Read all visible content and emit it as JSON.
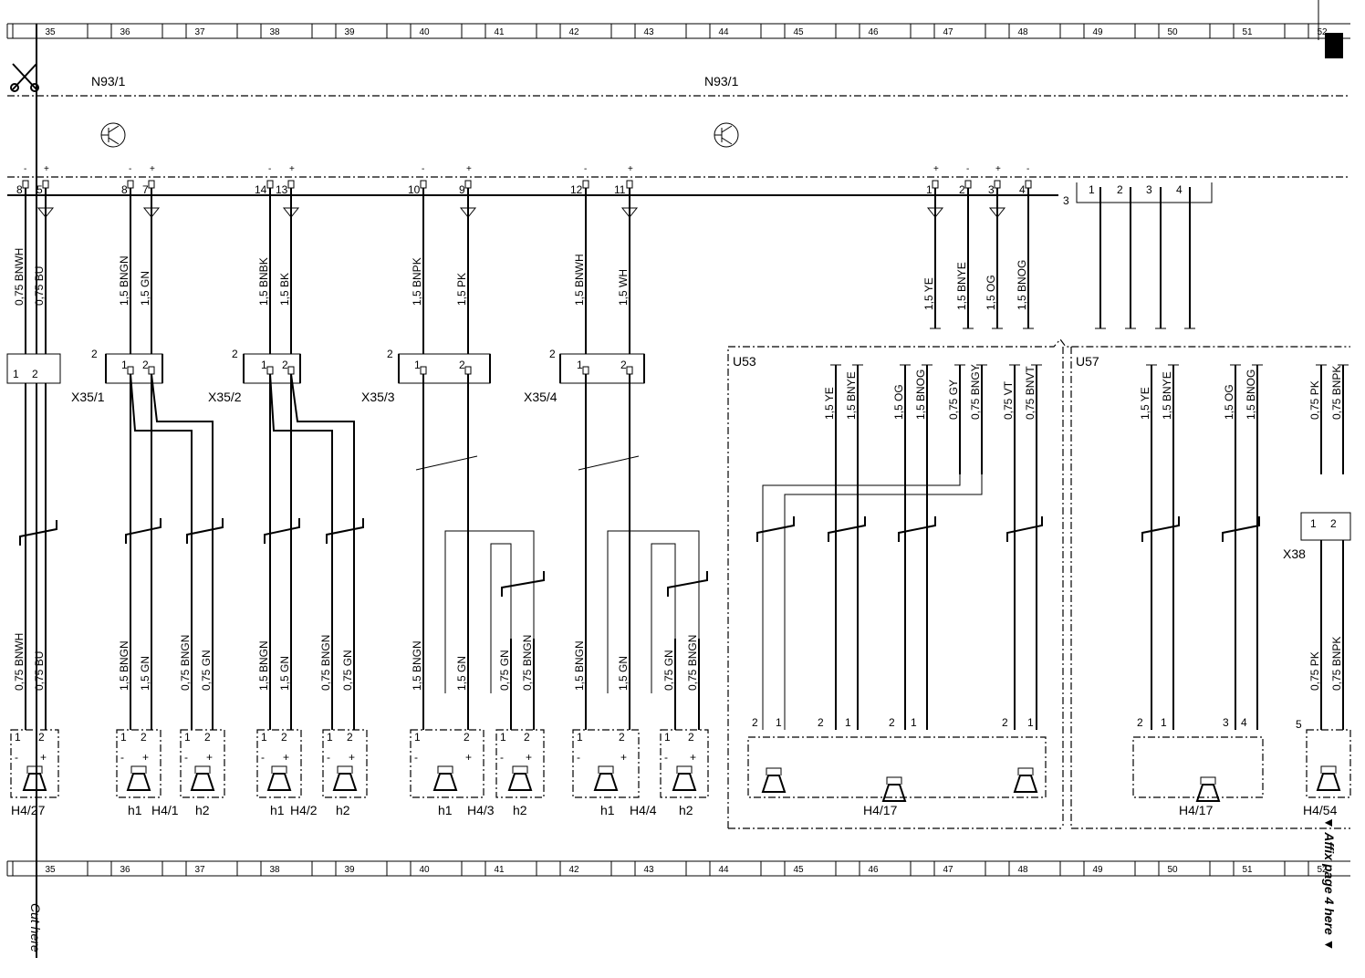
{
  "grid_numbers": [
    "35",
    "36",
    "37",
    "38",
    "39",
    "40",
    "41",
    "42",
    "43",
    "44",
    "45",
    "46",
    "47",
    "48",
    "49",
    "50",
    "51",
    "52"
  ],
  "header": {
    "cut_label": "Cut here",
    "affix_label": "▼ Affix page 4 here ▼"
  },
  "modules": {
    "left": "N93/1",
    "right": "N93/1"
  },
  "pins_top": [
    {
      "num": "8",
      "sign": "-"
    },
    {
      "num": "5",
      "sign": "+"
    },
    {
      "num": "8",
      "sign": "-"
    },
    {
      "num": "7",
      "sign": "+"
    },
    {
      "num": "14",
      "sign": "-"
    },
    {
      "num": "13",
      "sign": "+"
    },
    {
      "num": "10",
      "sign": "-"
    },
    {
      "num": "9",
      "sign": "+"
    },
    {
      "num": "12",
      "sign": "-"
    },
    {
      "num": "11",
      "sign": "+"
    },
    {
      "num": "1",
      "sign": "+"
    },
    {
      "num": "2",
      "sign": "-"
    },
    {
      "num": "3",
      "sign": "+"
    },
    {
      "num": "4",
      "sign": "-"
    }
  ],
  "connector3": {
    "label": "3",
    "pins": [
      "1",
      "2",
      "3",
      "4"
    ]
  },
  "wires_upper": [
    "0,75 BNWH",
    "0,75 BU",
    "1,5 BNGN",
    "1,5 GN",
    "1,5 BNBK",
    "1,5 BK",
    "1,5 BNPK",
    "1,5 PK",
    "1,5 BNWH",
    "1,5 WH",
    "1,5 YE",
    "1,5 BNYE",
    "1,5 OG",
    "1,5 BNOG"
  ],
  "connectors": [
    {
      "name": "X35/1",
      "num": "2",
      "pins": [
        "1",
        "2"
      ]
    },
    {
      "name": "X35/2",
      "num": "2",
      "pins": [
        "1",
        "2"
      ]
    },
    {
      "name": "X35/3",
      "num": "2",
      "pins": [
        "1",
        "2"
      ]
    },
    {
      "name": "X35/4",
      "num": "2",
      "pins": [
        "1",
        "2"
      ]
    },
    {
      "name": "X38",
      "num": "",
      "pins": [
        "1",
        "2"
      ]
    }
  ],
  "left_connector_pins": [
    "1",
    "2"
  ],
  "wires_lower": [
    "0,75 BNWH",
    "0,75 BU",
    "1,5 BNGN",
    "1,5 GN",
    "0,75 BNGN",
    "0,75 GN",
    "1,5 BNGN",
    "1,5 GN",
    "0,75 BNGN",
    "0,75 GN",
    "1,5 BNGN",
    "1,5 GN",
    "0,75 GN",
    "0,75 BNGN",
    "1,5 BNGN",
    "1,5 GN",
    "0,75 GN",
    "0,75 BNGN"
  ],
  "speaker_labels": [
    "H4/27",
    "h1",
    "H4/1",
    "h2",
    "h1",
    "H4/2",
    "h2",
    "h1",
    "H4/3",
    "h2",
    "h1",
    "H4/4",
    "h2"
  ],
  "u53": {
    "label": "U53",
    "wires": [
      "1,5 YE",
      "1,5 BNYE",
      "1,5 OG",
      "1,5 BNOG",
      "0,75 GY",
      "0,75 BNGY",
      "0,75 VT",
      "0,75 BNVT"
    ],
    "speaker_label": "H4/17"
  },
  "u57": {
    "label": "U57",
    "wires": [
      "1,5 YE",
      "1,5 BNYE",
      "1,5 OG",
      "1,5 BNOG",
      "0,75 PK",
      "0,75 BNPK"
    ],
    "speaker_label": "H4/17",
    "pins": [
      "2",
      "1",
      "3",
      "4"
    ]
  },
  "right_edge": {
    "wires_lower": [
      "0,75 PK",
      "0,75 BNPK"
    ],
    "connector_num": "5",
    "speaker_label": "H4/54"
  },
  "speaker_pin_labels": {
    "one": "1",
    "two": "2",
    "plus": "+",
    "minus": "-"
  }
}
